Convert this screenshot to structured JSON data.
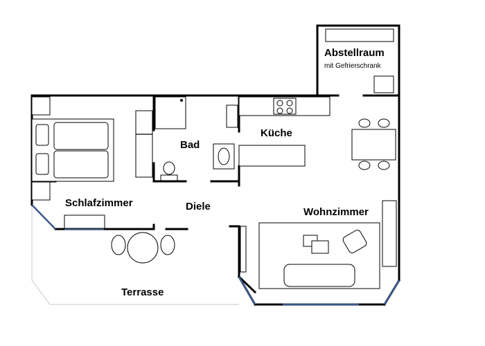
{
  "rooms": {
    "abstellraum": "Abstellraum",
    "abstellraum_note": "mit Gefrierschrank",
    "bad": "Bad",
    "kueche": "Küche",
    "schlafzimmer": "Schlafzimmer",
    "diele": "Diele",
    "wohnzimmer": "Wohnzimmer",
    "terrasse": "Terrasse"
  },
  "colors": {
    "wall": "#000000",
    "window": "#3a5a8c",
    "terrace_outline": "#c8c8c8"
  }
}
